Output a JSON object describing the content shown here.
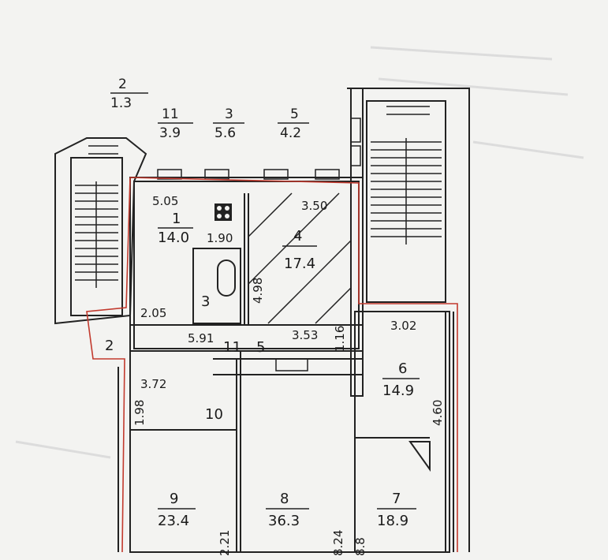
{
  "colors": {
    "paper": "#f3f3f1",
    "ink": "#222222",
    "border_line": "#c23a2e",
    "faint_print": "#d6d6d6"
  },
  "rooms": [
    {
      "number": "1",
      "area": "14.0"
    },
    {
      "number": "3",
      "area": ""
    },
    {
      "number": "4",
      "area": "17.4"
    },
    {
      "number": "5",
      "area": ""
    },
    {
      "number": "6",
      "area": "14.9"
    },
    {
      "number": "7",
      "area": "18.9"
    },
    {
      "number": "8",
      "area": "36.3"
    },
    {
      "number": "9",
      "area": "23.4"
    },
    {
      "number": "10",
      "area": ""
    },
    {
      "number": "11",
      "area": ""
    },
    {
      "number": "2",
      "area": ""
    }
  ],
  "outside_labels": [
    {
      "number": "2",
      "area": "1.3"
    },
    {
      "number": "11",
      "area": "3.9"
    },
    {
      "number": "3",
      "area": "5.6"
    },
    {
      "number": "5",
      "area": "4.2"
    }
  ],
  "dimensions": [
    "5.05",
    "3.50",
    "1.90",
    "4.98",
    "2.05",
    "5.91",
    "3.53",
    "1.16",
    "3.02",
    "3.72",
    "1.98",
    "4.60",
    "8.24",
    "2.21",
    "8.8"
  ]
}
